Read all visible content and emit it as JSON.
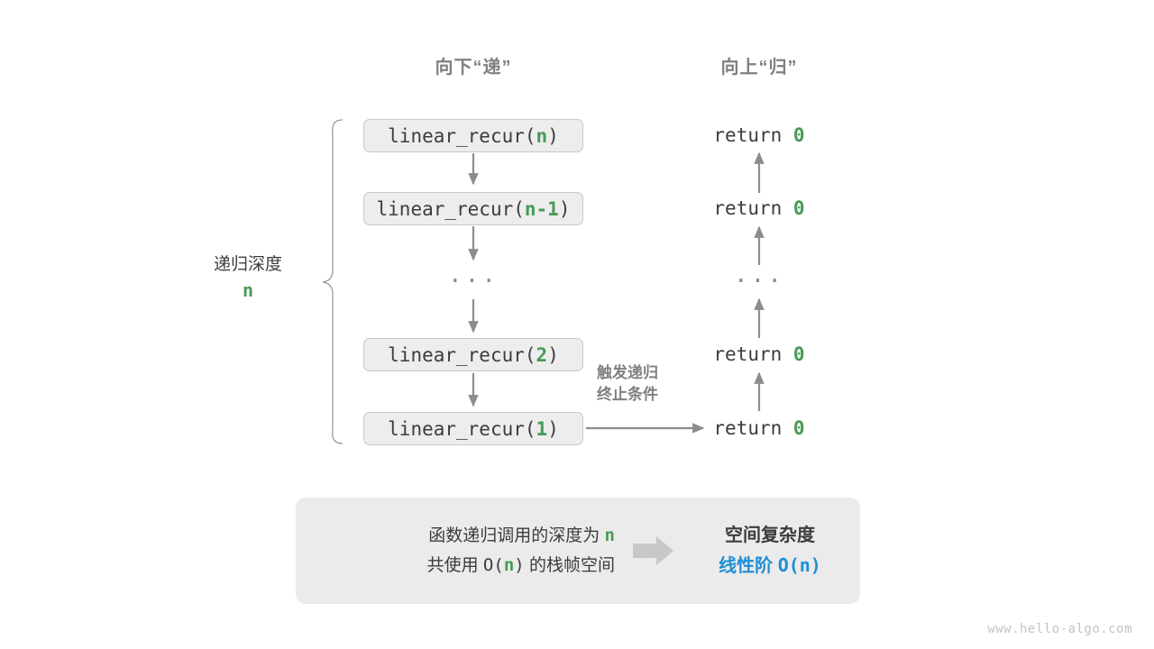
{
  "headers": {
    "down": "向下“递”",
    "up": "向上“归”"
  },
  "colors": {
    "accent_green": "#479a56",
    "accent_blue": "#1f8fd6",
    "box_fill": "#ededed",
    "box_border": "#c9c9c9",
    "connector": "#8c8c8c",
    "text": "#3c3c3c",
    "muted": "#808080",
    "panel_fill": "#ebebeb",
    "block_arrow": "#c8c8c8",
    "watermark": "#c4c4c4"
  },
  "call_stack": [
    {
      "fn": "linear_recur(",
      "arg": "n",
      "close": ")"
    },
    {
      "fn": "linear_recur(",
      "arg": "n-1",
      "close": ")"
    },
    {
      "fn": "linear_recur(",
      "arg": "2",
      "close": ")"
    },
    {
      "fn": "linear_recur(",
      "arg": "1",
      "close": ")"
    }
  ],
  "returns": [
    {
      "kw": "return ",
      "val": "0"
    },
    {
      "kw": "return ",
      "val": "0"
    },
    {
      "kw": "return ",
      "val": "0"
    },
    {
      "kw": "return ",
      "val": "0"
    }
  ],
  "ellipsis": "···",
  "depth": {
    "label": "递归深度",
    "value": "n"
  },
  "trigger": {
    "line1": "触发递归",
    "line2": "终止条件"
  },
  "summary": {
    "line1_prefix": "函数递归调用的深度为 ",
    "line1_var": "n",
    "line2_prefix": "共使用 ",
    "line2_mono": "O(",
    "line2_var": "n",
    "line2_mono_close": ")",
    "line2_suffix": " 的栈帧空间",
    "title": "空间复杂度",
    "complexity_label": "线性阶 ",
    "complexity_value": "O(n)",
    "arrow_icon": "block-arrow-right-icon"
  },
  "watermark": "www.hello-algo.com"
}
